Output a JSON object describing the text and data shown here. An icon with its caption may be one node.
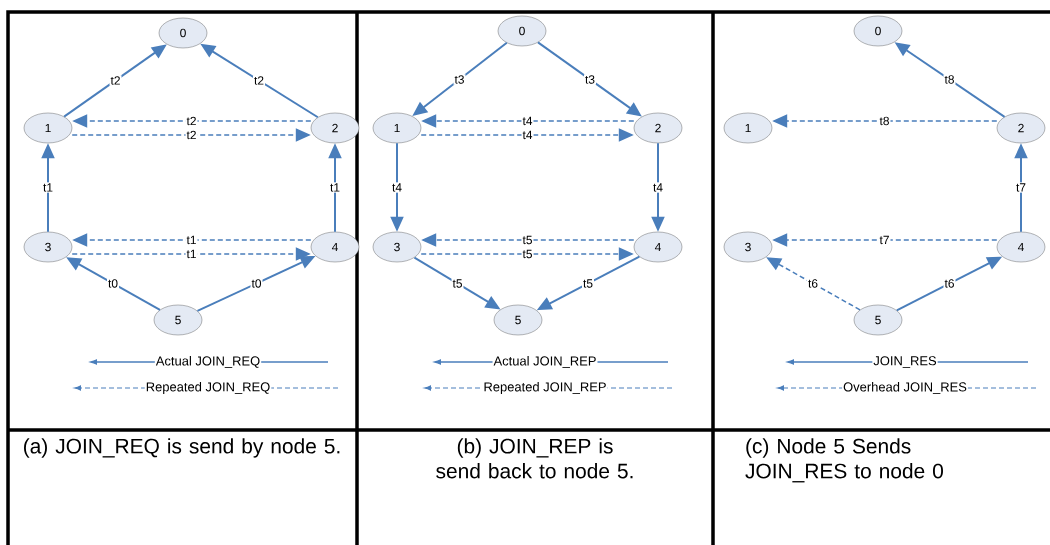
{
  "diagram": {
    "nodes": [
      {
        "text": [
          "0"
        ]
      },
      {
        "text": [
          "1"
        ]
      },
      {
        "text": [
          "2"
        ]
      },
      {
        "text": [
          "3"
        ]
      },
      {
        "text": [
          "4"
        ]
      },
      {
        "text": [
          "5"
        ]
      },
      {
        "text": [
          "0"
        ]
      },
      {
        "text": [
          "1"
        ]
      },
      {
        "text": [
          "2"
        ]
      },
      {
        "text": [
          "3"
        ]
      },
      {
        "text": [
          "4"
        ]
      },
      {
        "text": [
          "5"
        ]
      },
      {
        "text": [
          "0"
        ]
      },
      {
        "text": [
          "1"
        ]
      },
      {
        "text": [
          "2"
        ]
      },
      {
        "text": [
          "3"
        ]
      },
      {
        "text": [
          "4"
        ]
      },
      {
        "text": [
          "5"
        ]
      }
    ],
    "edges": [
      {
        "from": 1,
        "to": 0,
        "arrow": "to",
        "label": "t2"
      },
      {
        "from": 2,
        "to": 0,
        "arrow": "to",
        "label": "t2"
      },
      {
        "from": 2,
        "to": 1,
        "arrow": "to",
        "label": "t2",
        "style": "dashed"
      },
      {
        "from": 1,
        "to": 2,
        "arrow": "to",
        "label": "t2",
        "style": "dashed"
      },
      {
        "from": 3,
        "to": 1,
        "arrow": "to",
        "label": "t1"
      },
      {
        "from": 4,
        "to": 2,
        "arrow": "to",
        "label": "t1"
      },
      {
        "from": 4,
        "to": 3,
        "arrow": "to",
        "label": "t1",
        "style": "dashed"
      },
      {
        "from": 3,
        "to": 4,
        "arrow": "to",
        "label": "t1",
        "style": "dashed"
      },
      {
        "from": 5,
        "to": 3,
        "arrow": "to",
        "label": "t0"
      },
      {
        "from": 5,
        "to": 4,
        "arrow": "to",
        "label": "t0"
      },
      {
        "from": 6,
        "to": 7,
        "arrow": "to",
        "label": "t3"
      },
      {
        "from": 6,
        "to": 8,
        "arrow": "to",
        "label": "t3"
      },
      {
        "from": 8,
        "to": 7,
        "arrow": "to",
        "label": "t4",
        "style": "dashed"
      },
      {
        "from": 7,
        "to": 8,
        "arrow": "to",
        "label": "t4",
        "style": "dashed"
      },
      {
        "from": 7,
        "to": 9,
        "arrow": "to",
        "label": "t4"
      },
      {
        "from": 8,
        "to": 10,
        "arrow": "to",
        "label": "t4"
      },
      {
        "from": 10,
        "to": 9,
        "arrow": "to",
        "label": "t5",
        "style": "dashed"
      },
      {
        "from": 9,
        "to": 10,
        "arrow": "to",
        "label": "t5",
        "style": "dashed"
      },
      {
        "from": 9,
        "to": 11,
        "arrow": "to",
        "label": "t5"
      },
      {
        "from": 10,
        "to": 11,
        "arrow": "to",
        "label": "t5"
      },
      {
        "from": 14,
        "to": 12,
        "arrow": "to",
        "label": "t8"
      },
      {
        "from": 14,
        "to": 13,
        "arrow": "to",
        "label": "t8",
        "style": "dashed"
      },
      {
        "from": 16,
        "to": 14,
        "arrow": "to",
        "label": "t7"
      },
      {
        "from": 16,
        "to": 15,
        "arrow": "to",
        "label": "t7",
        "style": "dashed"
      },
      {
        "from": 17,
        "to": 15,
        "arrow": "to",
        "label": "t6",
        "style": "dashed"
      },
      {
        "from": 17,
        "to": 16,
        "arrow": "to",
        "label": "t6"
      }
    ],
    "labels": [
      "(a) JOIN_REQ is send by node 5.",
      "(b) JOIN_REP is send back to node 5.",
      "(c) Node 5 Sends JOIN_RES to node 0"
    ],
    "legend": [
      {
        "text": "Actual JOIN_REQ"
      },
      {
        "text": "Repeated JOIN_REQ"
      },
      {
        "text": "Actual JOIN_REP"
      },
      {
        "text": "Repeated JOIN_REP"
      },
      {
        "text": "JOIN_RES"
      },
      {
        "text": "Overhead JOIN_RES"
      }
    ]
  }
}
